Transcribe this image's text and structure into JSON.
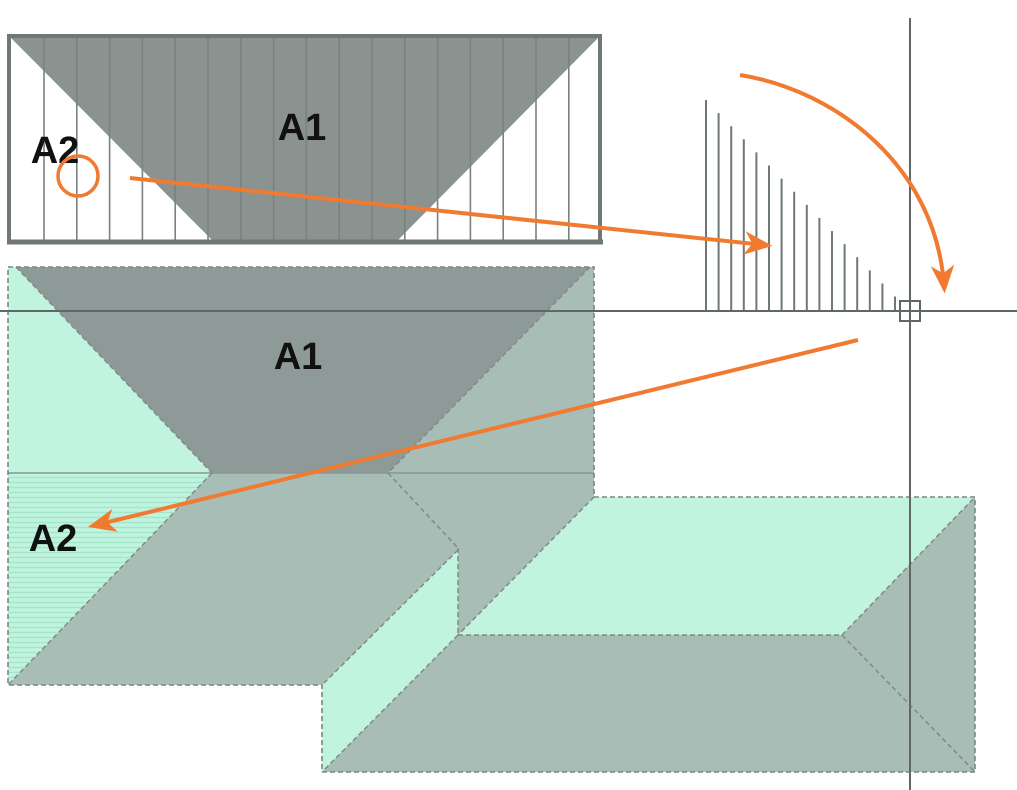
{
  "elevation": {
    "label_a1": "A1",
    "label_a2": "A2"
  },
  "plan": {
    "label_a1": "A1",
    "label_a2": "A2"
  },
  "colors": {
    "arrow": "#f07b30",
    "outline": "#6f7875",
    "elevation_hip": "#8b9391",
    "elevation_line": "#7a8280",
    "plan_hip": "#8e9a97",
    "plan_slope": "#a8bdb5",
    "plan_light": "#c1f4df",
    "plan_hatch": "#a3e6cb",
    "axis": "#5f6866"
  }
}
